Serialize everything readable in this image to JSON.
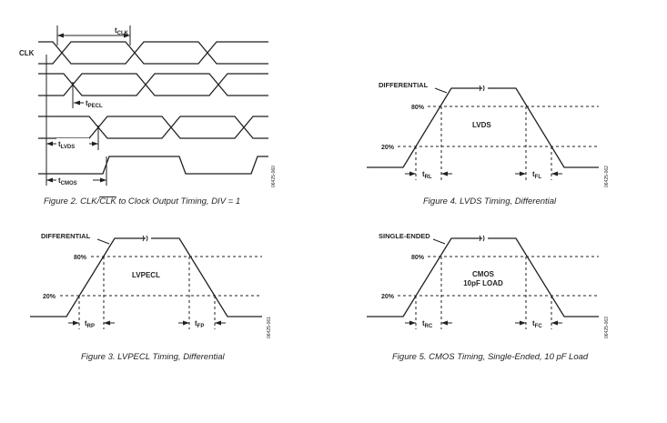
{
  "fig2": {
    "clk_label": "CLK",
    "t_clk_main": "t",
    "t_clk_sub": "CLK",
    "t_pecl_main": "t",
    "t_pecl_sub": "PECL",
    "t_lvds_main": "t",
    "t_lvds_sub": "LVDS",
    "t_cmos_main": "t",
    "t_cmos_sub": "CMOS",
    "code": "06425-060",
    "caption_pre": "Figure 2. CLK/",
    "caption_over": "CLK",
    "caption_post": " to Clock Output Timing, DIV = 1"
  },
  "fig4": {
    "mode_label": "DIFFERENTIAL",
    "level_80": "80%",
    "level_20": "20%",
    "name": "LVDS",
    "name2": "",
    "rise_main": "t",
    "rise_sub": "RL",
    "fall_main": "t",
    "fall_sub": "FL",
    "code": "06425-062",
    "caption": "Figure 4. LVDS Timing, Differential"
  },
  "fig3": {
    "mode_label": "DIFFERENTIAL",
    "level_80": "80%",
    "level_20": "20%",
    "name": "LVPECL",
    "name2": "",
    "rise_main": "t",
    "rise_sub": "RP",
    "fall_main": "t",
    "fall_sub": "FP",
    "code": "06425-061",
    "caption": "Figure 3. LVPECL Timing, Differential"
  },
  "fig5": {
    "mode_label": "SINGLE-ENDED",
    "level_80": "80%",
    "level_20": "20%",
    "name": "CMOS",
    "name2": "10pF LOAD",
    "rise_main": "t",
    "rise_sub": "RC",
    "fall_main": "t",
    "fall_sub": "FC",
    "code": "06425-063",
    "caption": "Figure 5. CMOS Timing, Single-Ended, 10 pF Load"
  }
}
